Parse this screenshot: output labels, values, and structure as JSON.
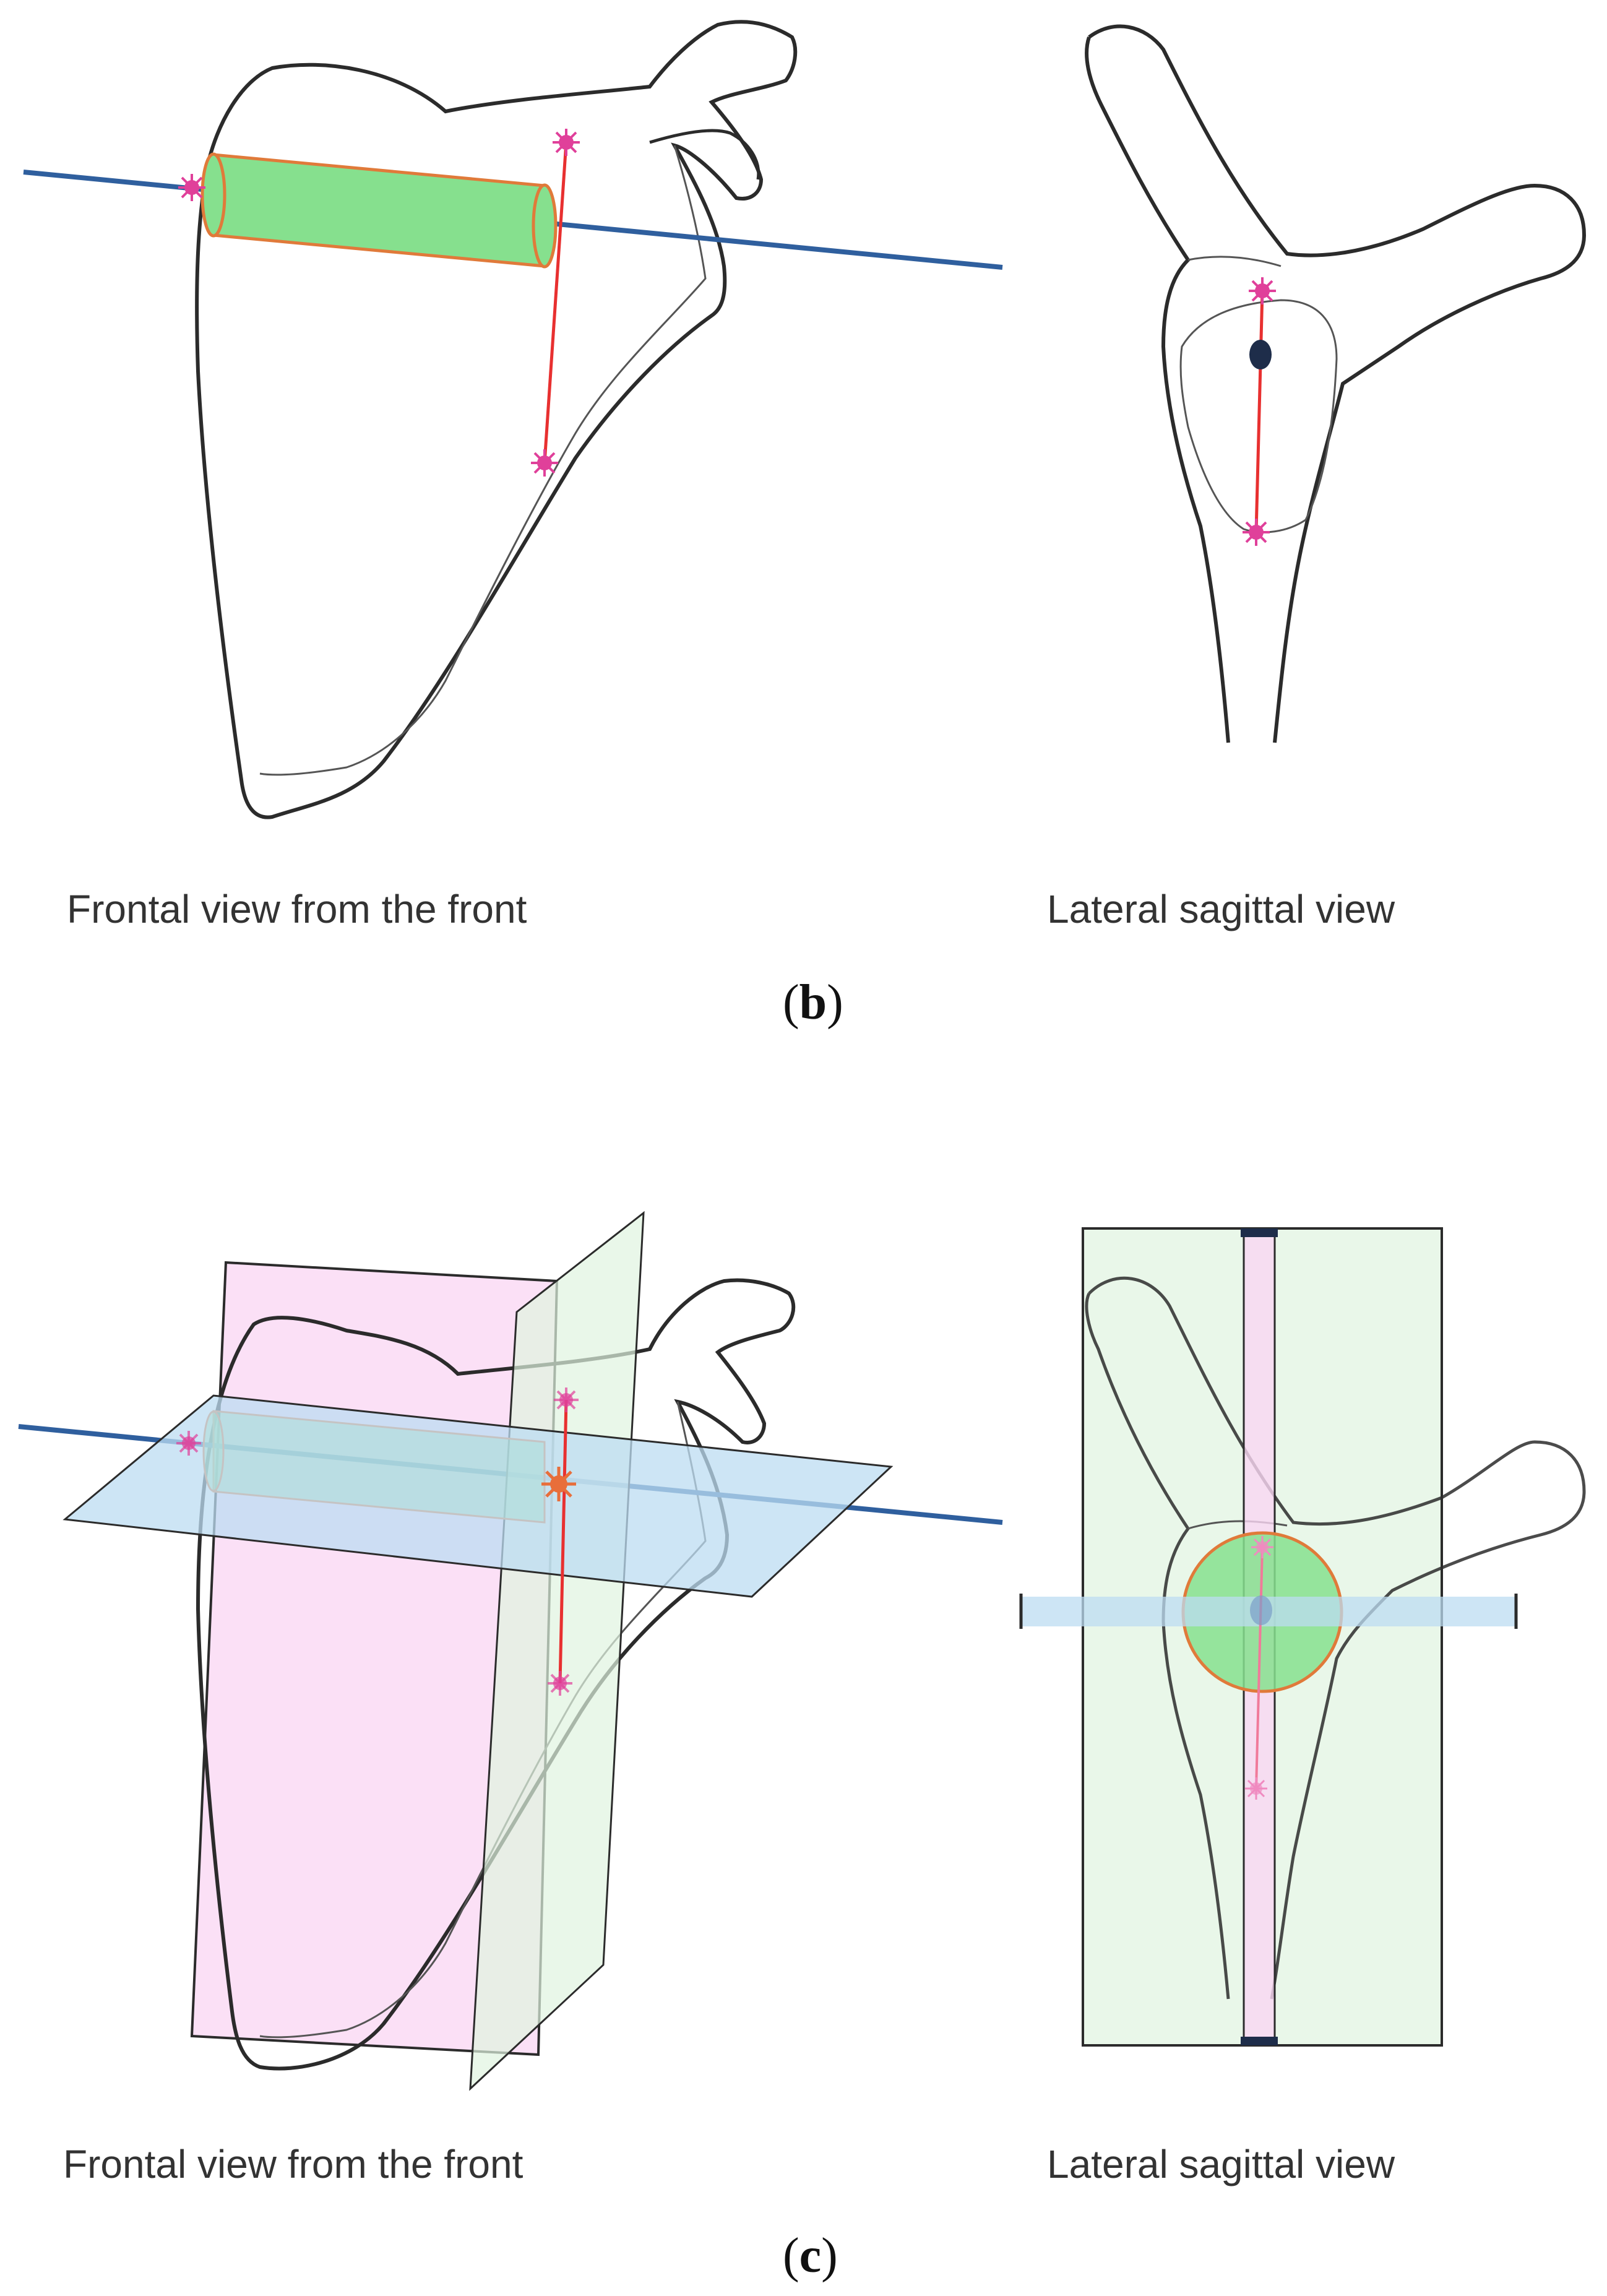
{
  "panels": [
    {
      "label_open": "(",
      "label_letter": "b",
      "label_close": ")",
      "left_caption": "Frontal view from the front",
      "right_caption": "Lateral sagittal view"
    },
    {
      "label_open": "(",
      "label_letter": "c",
      "label_close": ")",
      "left_caption": "Frontal view from the front",
      "right_caption": "Lateral sagittal view"
    }
  ],
  "colors": {
    "bone_outline": "#2b2b2b",
    "axis_line": "#2f5f9e",
    "cylinder_fill": "#86e08e",
    "cylinder_edge": "#e07a3a",
    "landmark_star": "#e0409a",
    "measure_line": "#e83030",
    "axial_plane": "#bcdcf2",
    "coronal_plane": "#f9d6f3",
    "sagittal_plane": "#dff3df"
  }
}
